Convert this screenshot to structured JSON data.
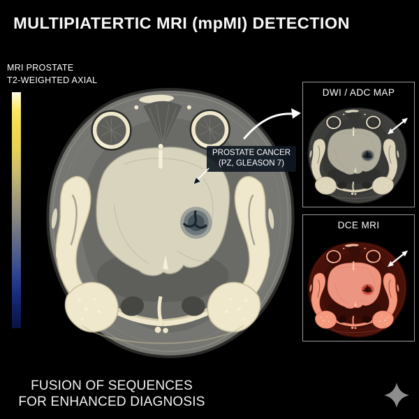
{
  "title": "MULTIPIATERTIC MRI (mpMI) DETECTION",
  "main_view": {
    "label": {
      "line1": "MRI PROSTATE",
      "line2": "T2-WEIGHTED AXIAL"
    },
    "annotation": {
      "line1": "PROSTATE CANCER",
      "line2": "(PZ, GLEASON 7)"
    }
  },
  "side_panels": {
    "dwi": {
      "label": "DWI / ADC MAP"
    },
    "dce": {
      "label": "DCE MRI"
    }
  },
  "footer": {
    "line1": "FUSION OF SEQUENCES",
    "line2": "FOR ENHANCED DIAGNOSIS"
  },
  "colors": {
    "background": "#000000",
    "text": "#F5F5F5",
    "colorbar_top_yellow": "#FFFCE8",
    "colorbar_mid_grey": "#8C8B80",
    "colorbar_bottom_blue": "#091340",
    "dce_red": "#EC9581",
    "annotation_bg": "#0E1721",
    "sparkle_grey": "#8D8D8D"
  },
  "icons": {
    "panel_link": "curved-arrow",
    "lesion_pointer": "arrow-down-left",
    "sequence_expand": "double-headed-arrow",
    "sparkle": "four-point-star"
  }
}
